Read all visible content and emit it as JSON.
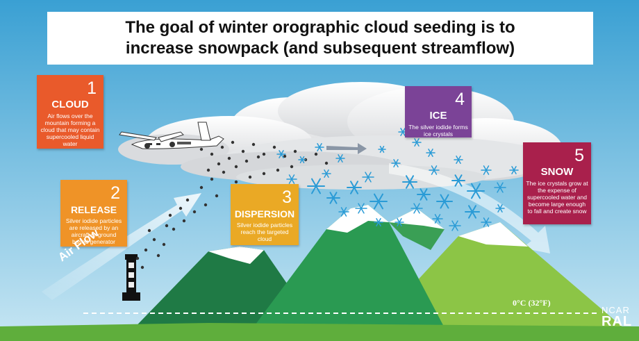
{
  "title": {
    "line1": "The goal of winter orographic cloud seeding is to",
    "line2": "increase snowpack (and subsequent streamflow)"
  },
  "steps": [
    {
      "number": "1",
      "name": "CLOUD",
      "description": "Air flows over the mountain forming a cloud that may contain supercooled liquid water",
      "color": "#e95a2b"
    },
    {
      "number": "2",
      "name": "RELEASE",
      "description": "Silver iodide particles are released by an aircraft or ground based generator",
      "color": "#ef9327"
    },
    {
      "number": "3",
      "name": "DISPERSION",
      "description": "Silver iodide particles reach the targeted cloud",
      "color": "#eaa925"
    },
    {
      "number": "4",
      "name": "ICE",
      "description": "The silver iodide forms ice crystals",
      "color": "#7b4397"
    },
    {
      "number": "5",
      "name": "SNOW",
      "description": "The ice crystals grow at the expense of supercooled water and become large enough to fall and create snow",
      "color": "#a9204c"
    }
  ],
  "labels": {
    "air_flow": "Air Flow",
    "freezing_level": "0°C (32°F)"
  },
  "logo": {
    "line1": "NCAR",
    "line2": "RAL"
  },
  "colors": {
    "sky_top": "#3aa0d3",
    "sky_bottom": "#bfe3f2",
    "mountain_dark": "#1f7a45",
    "mountain_mid": "#2a9a52",
    "mountain_light": "#8cc546",
    "snowflake": "#2a9bd6"
  }
}
